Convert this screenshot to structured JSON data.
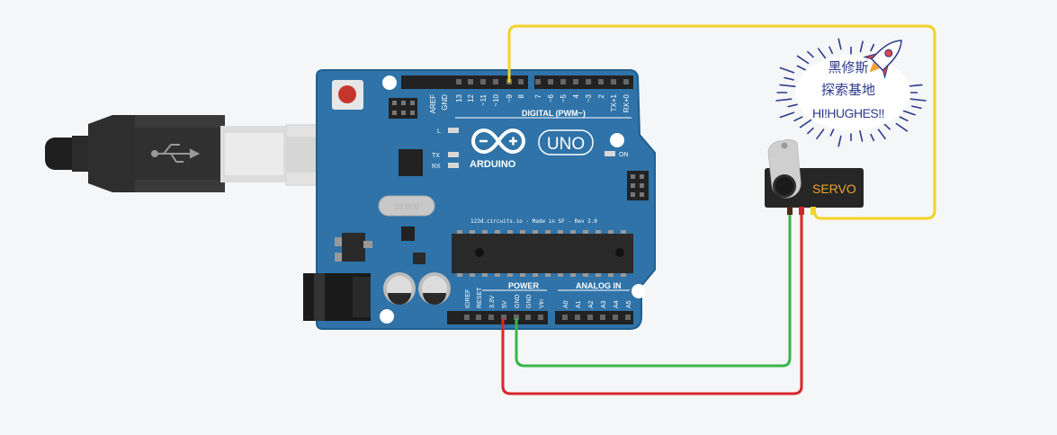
{
  "board": {
    "brand": "ARDUINO",
    "model": "UNO",
    "credit": "123d.circuits.io - Made in SF - Rev 3.0",
    "digital_header_label": "DIGITAL (PWM~)",
    "power_label": "POWER",
    "analog_label": "ANALOG IN",
    "on_label": "ON",
    "l_label": "L",
    "tx_label": "TX",
    "rx_label": "RX",
    "crystal_label": "16.000",
    "digital_pins": [
      "AREF",
      "GND",
      "13",
      "12",
      "~11",
      "~10",
      "~9",
      "8",
      "7",
      "~6",
      "~5",
      "4",
      "~3",
      "2",
      "TX+1",
      "RX+0"
    ],
    "power_pins": [
      "IOREF",
      "RESET",
      "3.3V",
      "5V",
      "GND",
      "GND",
      "Vin"
    ],
    "analog_pins": [
      "A0",
      "A1",
      "A2",
      "A3",
      "A4",
      "A5"
    ]
  },
  "servo": {
    "label": "SERVO"
  },
  "logo": {
    "line1": "黑修斯",
    "line2": "探索基地",
    "line3": "HI!HUGHES!!"
  },
  "wires": {
    "signal_color": "#f2d327",
    "power_color": "#d9262c",
    "ground_color": "#3ab54a"
  },
  "colors": {
    "board": "#2f73a8",
    "board_edge": "#1f5f8f",
    "header": "#222222"
  }
}
